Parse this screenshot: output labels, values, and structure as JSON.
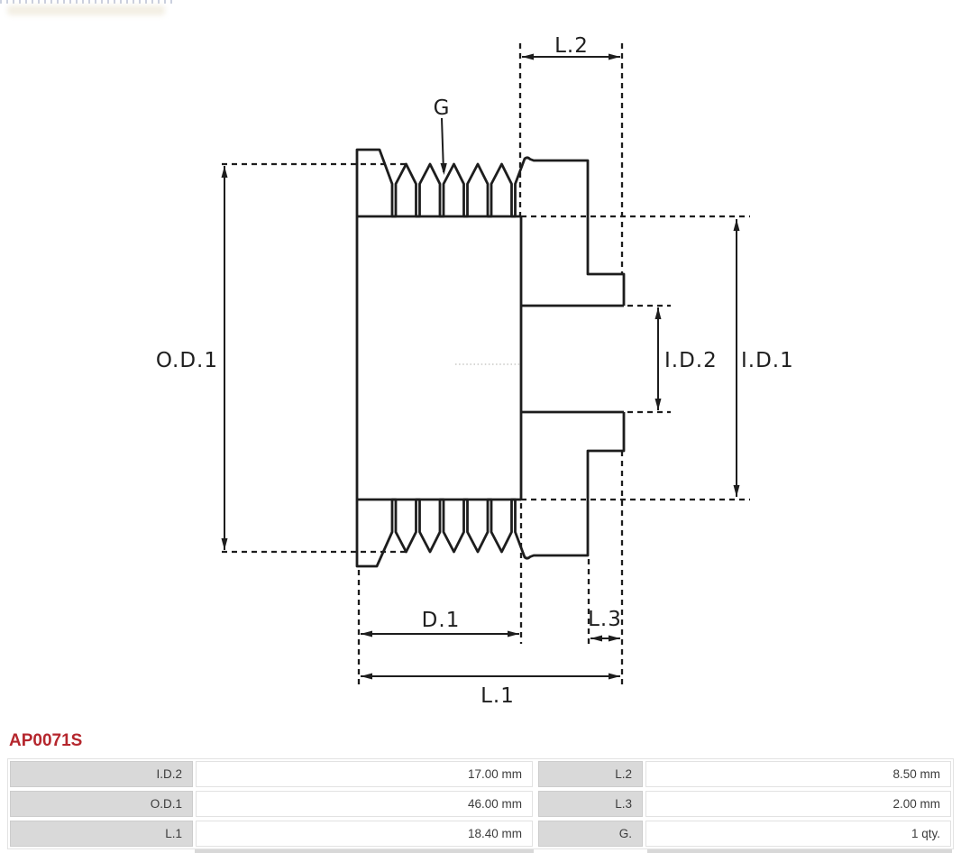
{
  "part_header": {
    "part_number": "AP0071S"
  },
  "drawing": {
    "labels": {
      "groove": "G",
      "l2": "L.2",
      "od1": "O.D.1",
      "id2": "I.D.2",
      "id1": "I.D.1",
      "d1": "D.1",
      "l3": "L.3",
      "l1": "L.1"
    }
  },
  "spec_table": {
    "rows": [
      {
        "label_left": "I.D.2",
        "value_left": "17.00 mm",
        "label_right": "L.2",
        "value_right": "8.50 mm"
      },
      {
        "label_left": "O.D.1",
        "value_left": "46.00 mm",
        "label_right": "L.3",
        "value_right": "2.00 mm"
      },
      {
        "label_left": "L.1",
        "value_left": "18.40 mm",
        "label_right": "G.",
        "value_right": "1 qty."
      }
    ]
  },
  "colors": {
    "accent_red": "#b5262d",
    "line_color": "#1d1d1d",
    "label_cell_bg": "#d9d9d9",
    "value_cell_border": "#e2e2e2"
  }
}
